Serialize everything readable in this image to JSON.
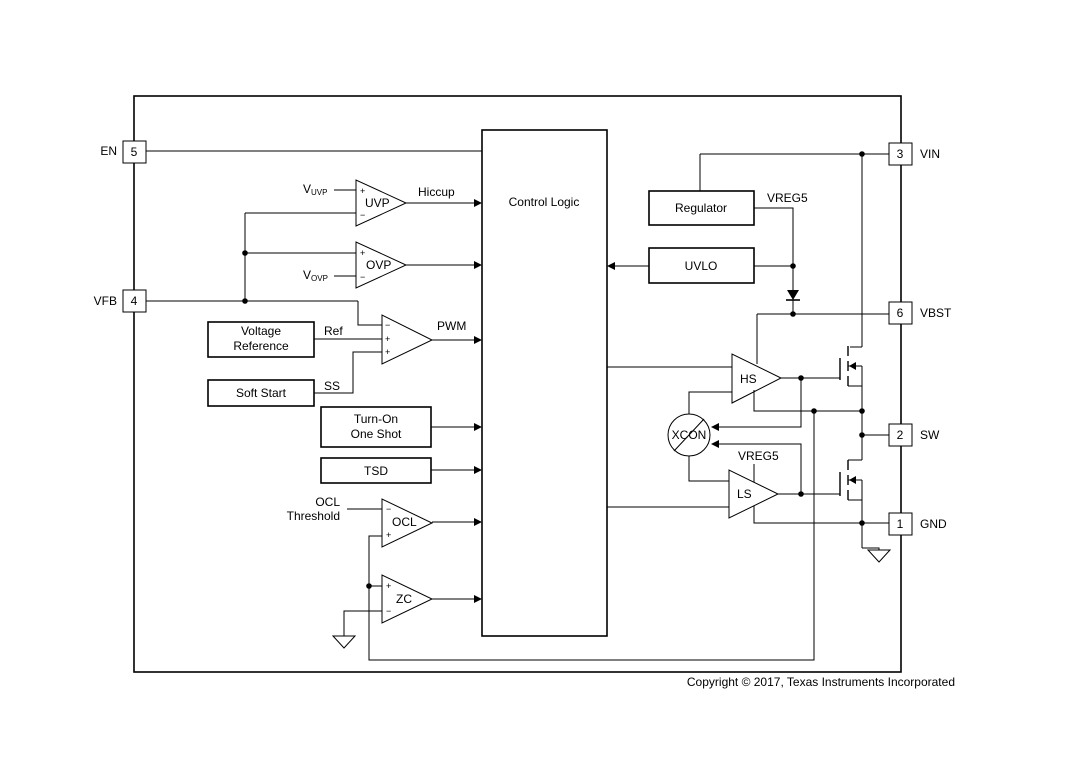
{
  "pins": {
    "en": {
      "label": "EN",
      "num": "5"
    },
    "vfb": {
      "label": "VFB",
      "num": "4"
    },
    "vin": {
      "label": "VIN",
      "num": "3"
    },
    "vbst": {
      "label": "VBST",
      "num": "6"
    },
    "sw": {
      "label": "SW",
      "num": "2"
    },
    "gnd": {
      "label": "GND",
      "num": "1"
    }
  },
  "blocks": {
    "control_logic": "Control Logic",
    "regulator": "Regulator",
    "uvlo": "UVLO",
    "voltage_reference_1": "Voltage",
    "voltage_reference_2": "Reference",
    "soft_start": "Soft Start",
    "turn_on_1": "Turn-On",
    "turn_on_2": "One Shot",
    "tsd": "TSD"
  },
  "amps": {
    "uvp": "UVP",
    "ovp": "OVP",
    "pwm_amp_minus": "−",
    "ocl": "OCL",
    "zc": "ZC",
    "hs": "HS",
    "ls": "LS",
    "xcon": "XCON"
  },
  "signals": {
    "vuvp_main": "V",
    "vuvp_sub": "UVP",
    "vovp_main": "V",
    "vovp_sub": "OVP",
    "hiccup": "Hiccup",
    "pwm": "PWM",
    "ref": "Ref",
    "ss": "SS",
    "vreg5_top": "VREG5",
    "vreg5_bottom": "VREG5",
    "ocl_threshold_1": "OCL",
    "ocl_threshold_2": "Threshold"
  },
  "copyright": "Copyright © 2017, Texas Instruments Incorporated"
}
